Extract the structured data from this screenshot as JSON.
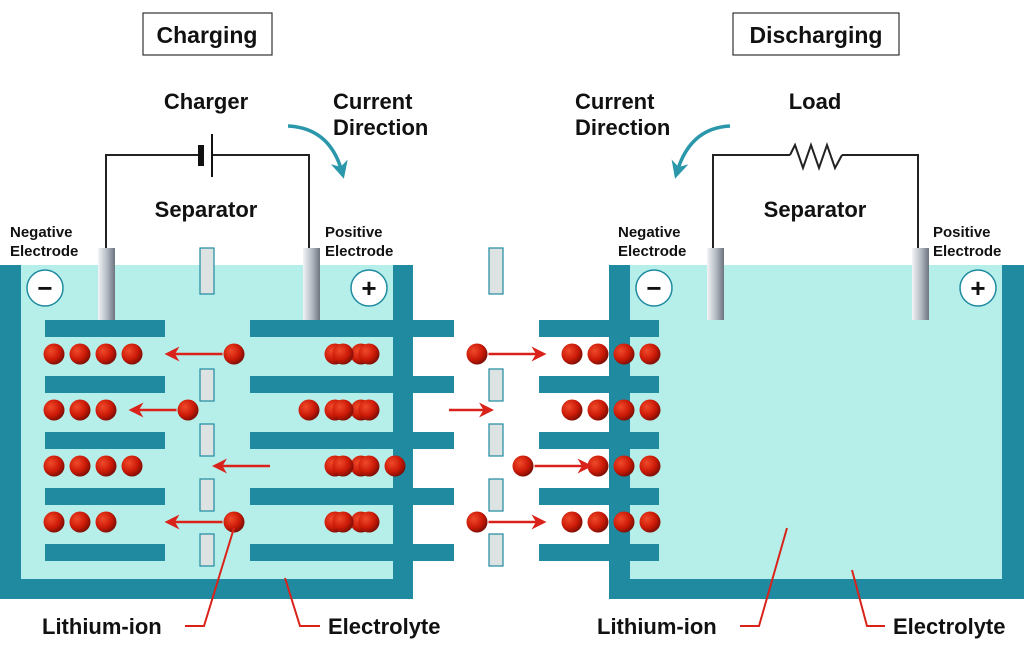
{
  "colors": {
    "electrolyte": "#b6efea",
    "container": "#1f8aa0",
    "electrode_plate": "#1f8aa0",
    "ion": "#d41c0a",
    "arrow": "#d9231a",
    "current_arrow": "#2a97aa",
    "separator": "#dde3e3",
    "wire": "#222222"
  },
  "panels": [
    {
      "id": "charging",
      "title": "Charging",
      "source_label": "Charger",
      "source_type": "battery",
      "current_label": [
        "Current",
        "Direction"
      ],
      "current_direction": "clockwise",
      "separator_label": "Separator",
      "negative_label": [
        "Negative",
        "Electrode"
      ],
      "positive_label": [
        "Positive",
        "Electrode"
      ],
      "negative_symbol": "−",
      "positive_symbol": "+",
      "lithium_label": "Lithium-ion",
      "electrolyte_label": "Electrolyte",
      "rows": [
        {
          "left_ions": 4,
          "right_ions": 2,
          "migrating": "right-of-separator",
          "arrow": "left"
        },
        {
          "left_ions": 3,
          "right_ions": 3,
          "migrating": "left-of-separator",
          "arrow": "left"
        },
        {
          "left_ions": 4,
          "right_ions": 2,
          "migrating": "none",
          "arrow": "left"
        },
        {
          "left_ions": 3,
          "right_ions": 2,
          "migrating": "right-of-separator",
          "arrow": "left"
        }
      ]
    },
    {
      "id": "discharging",
      "title": "Discharging",
      "source_label": "Load",
      "source_type": "resistor",
      "current_label": [
        "Current",
        "Direction"
      ],
      "current_direction": "counter-clockwise",
      "separator_label": "Separator",
      "negative_label": [
        "Negative",
        "Electrode"
      ],
      "positive_label": [
        "Positive",
        "Electrode"
      ],
      "negative_symbol": "−",
      "positive_symbol": "+",
      "lithium_label": "Lithium-ion",
      "electrolyte_label": "Electrolyte",
      "rows": [
        {
          "left_ions": 2,
          "right_ions": 4,
          "migrating": "left-of-separator",
          "arrow": "right"
        },
        {
          "left_ions": 2,
          "right_ions": 4,
          "migrating": "none",
          "arrow": "right"
        },
        {
          "left_ions": 3,
          "right_ions": 3,
          "migrating": "right-of-separator",
          "arrow": "right"
        },
        {
          "left_ions": 2,
          "right_ions": 4,
          "migrating": "left-of-separator",
          "arrow": "right"
        }
      ]
    }
  ]
}
